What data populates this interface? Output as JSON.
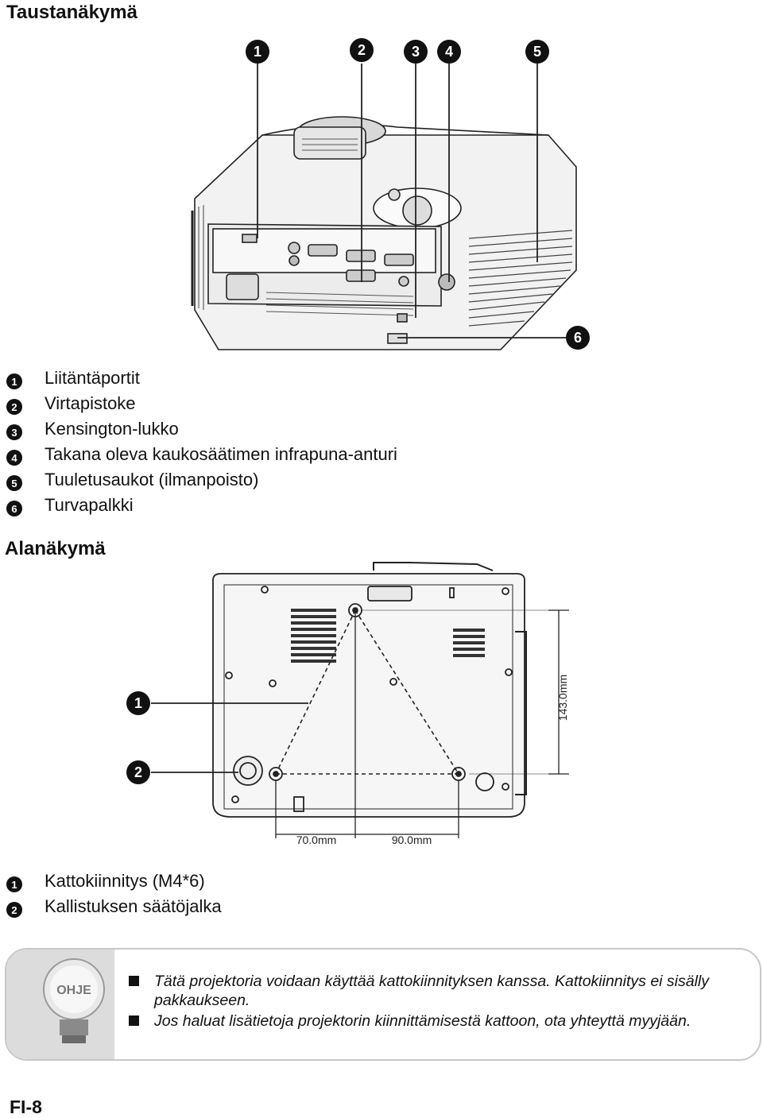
{
  "back_view": {
    "title": "Taustanäkymä",
    "callouts": [
      "1",
      "2",
      "3",
      "4",
      "5",
      "6"
    ],
    "legend": [
      {
        "num": "1",
        "label": "Liitäntäportit"
      },
      {
        "num": "2",
        "label": "Virtapistoke"
      },
      {
        "num": "3",
        "label": "Kensington-lukko"
      },
      {
        "num": "4",
        "label": "Takana oleva kaukosäätimen infrapuna-anturi"
      },
      {
        "num": "5",
        "label": "Tuuletusaukot (ilmanpoisto)"
      },
      {
        "num": "6",
        "label": "Turvapalkki"
      }
    ]
  },
  "bottom_view": {
    "title": "Alanäkymä",
    "callouts": [
      "1",
      "2"
    ],
    "dimensions": {
      "height": "143.0mm",
      "left": "70.0mm",
      "right": "90.0mm"
    },
    "legend": [
      {
        "num": "1",
        "label": "Kattokiinnitys (M4*6)"
      },
      {
        "num": "2",
        "label": "Kallistuksen säätöjalka"
      }
    ]
  },
  "note": {
    "icon_label": "OHJE",
    "items": [
      "Tätä projektoria voidaan käyttää kattokiinnityksen kanssa. Kattokiinnitys ei sisälly pakkaukseen.",
      "Jos haluat lisätietoja projektorin kiinnittämisestä kattoon, ota yhteyttä myyjään."
    ]
  },
  "footer": {
    "page_label": "FI-8"
  }
}
